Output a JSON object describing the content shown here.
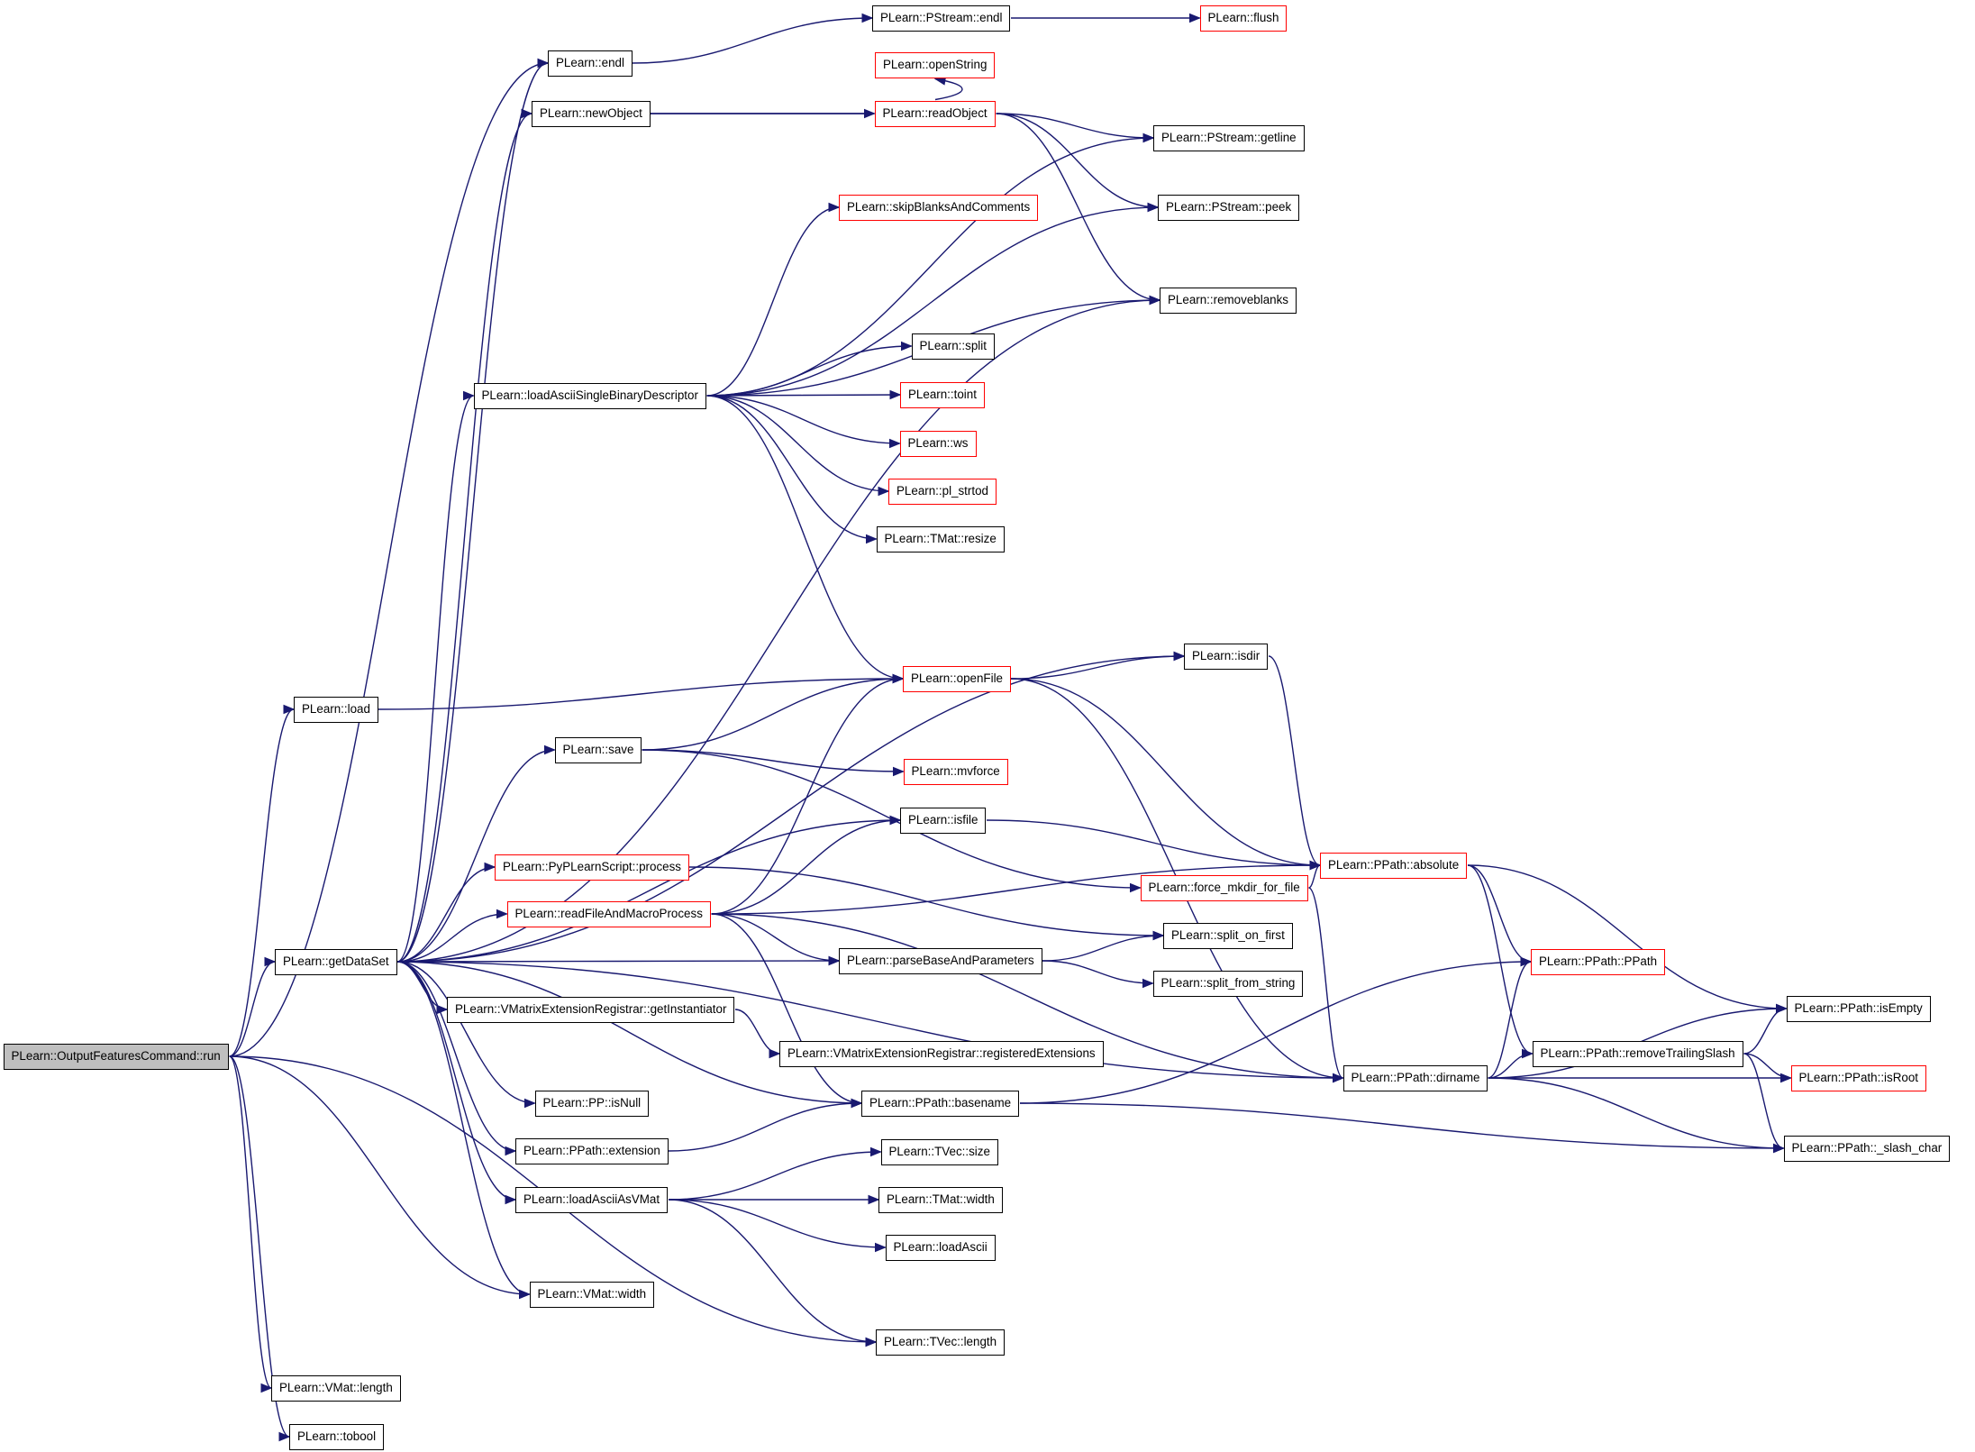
{
  "diagram": {
    "type": "call-graph",
    "colors": {
      "edge": "#191970",
      "node_border": "#000000",
      "node_border_truncated": "#ff0000",
      "root_fill": "#bfbfbf",
      "background": "#ffffff"
    },
    "nodes": [
      {
        "id": "run",
        "label": "PLearn::OutputFeaturesCommand::run",
        "root": true
      },
      {
        "id": "endl",
        "label": "PLearn::endl"
      },
      {
        "id": "pstream_endl",
        "label": "PLearn::PStream::endl"
      },
      {
        "id": "flush",
        "label": "PLearn::flush",
        "truncated": true
      },
      {
        "id": "openString",
        "label": "PLearn::openString",
        "truncated": true
      },
      {
        "id": "newObject",
        "label": "PLearn::newObject"
      },
      {
        "id": "readObject",
        "label": "PLearn::readObject",
        "truncated": true
      },
      {
        "id": "getline",
        "label": "PLearn::PStream::getline"
      },
      {
        "id": "skipBlanks",
        "label": "PLearn::skipBlanksAndComments",
        "truncated": true
      },
      {
        "id": "peek",
        "label": "PLearn::PStream::peek"
      },
      {
        "id": "removeblanks",
        "label": "PLearn::removeblanks"
      },
      {
        "id": "split",
        "label": "PLearn::split"
      },
      {
        "id": "loadAsciiSBD",
        "label": "PLearn::loadAsciiSingleBinaryDescriptor"
      },
      {
        "id": "toint",
        "label": "PLearn::toint",
        "truncated": true
      },
      {
        "id": "ws",
        "label": "PLearn::ws",
        "truncated": true
      },
      {
        "id": "pl_strtod",
        "label": "PLearn::pl_strtod",
        "truncated": true
      },
      {
        "id": "tmat_resize",
        "label": "PLearn::TMat::resize"
      },
      {
        "id": "isdir",
        "label": "PLearn::isdir"
      },
      {
        "id": "openFile",
        "label": "PLearn::openFile",
        "truncated": true
      },
      {
        "id": "load",
        "label": "PLearn::load"
      },
      {
        "id": "save",
        "label": "PLearn::save"
      },
      {
        "id": "mvforce",
        "label": "PLearn::mvforce",
        "truncated": true
      },
      {
        "id": "isfile",
        "label": "PLearn::isfile"
      },
      {
        "id": "pyprocess",
        "label": "PLearn::PyPLearnScript::process",
        "truncated": true
      },
      {
        "id": "force_mkdir",
        "label": "PLearn::force_mkdir_for_file",
        "truncated": true
      },
      {
        "id": "absolute",
        "label": "PLearn::PPath::absolute",
        "truncated": true
      },
      {
        "id": "readFileAMP",
        "label": "PLearn::readFileAndMacroProcess",
        "truncated": true
      },
      {
        "id": "split_on_first",
        "label": "PLearn::split_on_first"
      },
      {
        "id": "getDataSet",
        "label": "PLearn::getDataSet"
      },
      {
        "id": "parseBase",
        "label": "PLearn::parseBaseAndParameters"
      },
      {
        "id": "ppath_ctor",
        "label": "PLearn::PPath::PPath",
        "truncated": true
      },
      {
        "id": "split_from_string",
        "label": "PLearn::split_from_string"
      },
      {
        "id": "getInstantiator",
        "label": "PLearn::VMatrixExtensionRegistrar::getInstantiator"
      },
      {
        "id": "isEmpty",
        "label": "PLearn::PPath::isEmpty"
      },
      {
        "id": "registeredExt",
        "label": "PLearn::VMatrixExtensionRegistrar::registeredExtensions"
      },
      {
        "id": "removeTrailingSlash",
        "label": "PLearn::PPath::removeTrailingSlash"
      },
      {
        "id": "dirname",
        "label": "PLearn::PPath::dirname"
      },
      {
        "id": "isRoot",
        "label": "PLearn::PPath::isRoot",
        "truncated": true
      },
      {
        "id": "isNull",
        "label": "PLearn::PP::isNull"
      },
      {
        "id": "basename",
        "label": "PLearn::PPath::basename"
      },
      {
        "id": "slash_char",
        "label": "PLearn::PPath::_slash_char"
      },
      {
        "id": "extension",
        "label": "PLearn::PPath::extension"
      },
      {
        "id": "tvec_size",
        "label": "PLearn::TVec::size"
      },
      {
        "id": "loadAsciiAsVMat",
        "label": "PLearn::loadAsciiAsVMat"
      },
      {
        "id": "tmat_width",
        "label": "PLearn::TMat::width"
      },
      {
        "id": "loadAscii",
        "label": "PLearn::loadAscii"
      },
      {
        "id": "vmat_width",
        "label": "PLearn::VMat::width"
      },
      {
        "id": "tvec_length",
        "label": "PLearn::TVec::length"
      },
      {
        "id": "vmat_length",
        "label": "PLearn::VMat::length"
      },
      {
        "id": "tobool",
        "label": "PLearn::tobool"
      }
    ],
    "edges": [
      [
        "run",
        "endl"
      ],
      [
        "run",
        "load"
      ],
      [
        "run",
        "getDataSet"
      ],
      [
        "run",
        "vmat_width"
      ],
      [
        "run",
        "tvec_length"
      ],
      [
        "run",
        "vmat_length"
      ],
      [
        "run",
        "tobool"
      ],
      [
        "endl",
        "pstream_endl"
      ],
      [
        "pstream_endl",
        "flush"
      ],
      [
        "newObject",
        "readObject"
      ],
      [
        "readObject",
        "newObject"
      ],
      [
        "readObject",
        "openString"
      ],
      [
        "readObject",
        "getline"
      ],
      [
        "readObject",
        "peek"
      ],
      [
        "readObject",
        "removeblanks"
      ],
      [
        "loadAsciiSBD",
        "getline"
      ],
      [
        "loadAsciiSBD",
        "skipBlanks"
      ],
      [
        "loadAsciiSBD",
        "peek"
      ],
      [
        "loadAsciiSBD",
        "removeblanks"
      ],
      [
        "loadAsciiSBD",
        "split"
      ],
      [
        "loadAsciiSBD",
        "toint"
      ],
      [
        "loadAsciiSBD",
        "ws"
      ],
      [
        "loadAsciiSBD",
        "pl_strtod"
      ],
      [
        "loadAsciiSBD",
        "tmat_resize"
      ],
      [
        "loadAsciiSBD",
        "openFile"
      ],
      [
        "load",
        "openFile"
      ],
      [
        "openFile",
        "isdir"
      ],
      [
        "openFile",
        "absolute"
      ],
      [
        "openFile",
        "dirname"
      ],
      [
        "isdir",
        "absolute"
      ],
      [
        "save",
        "openFile"
      ],
      [
        "save",
        "force_mkdir"
      ],
      [
        "save",
        "mvforce"
      ],
      [
        "isfile",
        "absolute"
      ],
      [
        "force_mkdir",
        "absolute"
      ],
      [
        "force_mkdir",
        "dirname"
      ],
      [
        "pyprocess",
        "split_on_first"
      ],
      [
        "readFileAMP",
        "openFile"
      ],
      [
        "readFileAMP",
        "isfile"
      ],
      [
        "readFileAMP",
        "absolute"
      ],
      [
        "readFileAMP",
        "parseBase"
      ],
      [
        "readFileAMP",
        "dirname"
      ],
      [
        "readFileAMP",
        "basename"
      ],
      [
        "getDataSet",
        "endl"
      ],
      [
        "getDataSet",
        "newObject"
      ],
      [
        "getDataSet",
        "loadAsciiSBD"
      ],
      [
        "getDataSet",
        "removeblanks"
      ],
      [
        "getDataSet",
        "isdir"
      ],
      [
        "getDataSet",
        "save"
      ],
      [
        "getDataSet",
        "isfile"
      ],
      [
        "getDataSet",
        "pyprocess"
      ],
      [
        "getDataSet",
        "readFileAMP"
      ],
      [
        "getDataSet",
        "parseBase"
      ],
      [
        "getDataSet",
        "getInstantiator"
      ],
      [
        "getDataSet",
        "basename"
      ],
      [
        "getDataSet",
        "isNull"
      ],
      [
        "getDataSet",
        "extension"
      ],
      [
        "getDataSet",
        "loadAsciiAsVMat"
      ],
      [
        "getDataSet",
        "vmat_width"
      ],
      [
        "getDataSet",
        "dirname"
      ],
      [
        "parseBase",
        "split_on_first"
      ],
      [
        "parseBase",
        "split_from_string"
      ],
      [
        "getInstantiator",
        "registeredExt"
      ],
      [
        "absolute",
        "ppath_ctor"
      ],
      [
        "absolute",
        "isEmpty"
      ],
      [
        "absolute",
        "removeTrailingSlash"
      ],
      [
        "dirname",
        "ppath_ctor"
      ],
      [
        "dirname",
        "isEmpty"
      ],
      [
        "dirname",
        "removeTrailingSlash"
      ],
      [
        "dirname",
        "isRoot"
      ],
      [
        "dirname",
        "slash_char"
      ],
      [
        "removeTrailingSlash",
        "isEmpty"
      ],
      [
        "removeTrailingSlash",
        "isRoot"
      ],
      [
        "removeTrailingSlash",
        "slash_char"
      ],
      [
        "basename",
        "ppath_ctor"
      ],
      [
        "basename",
        "slash_char"
      ],
      [
        "extension",
        "basename"
      ],
      [
        "loadAsciiAsVMat",
        "tvec_size"
      ],
      [
        "loadAsciiAsVMat",
        "tmat_width"
      ],
      [
        "loadAsciiAsVMat",
        "loadAscii"
      ],
      [
        "loadAsciiAsVMat",
        "tvec_length"
      ]
    ]
  }
}
